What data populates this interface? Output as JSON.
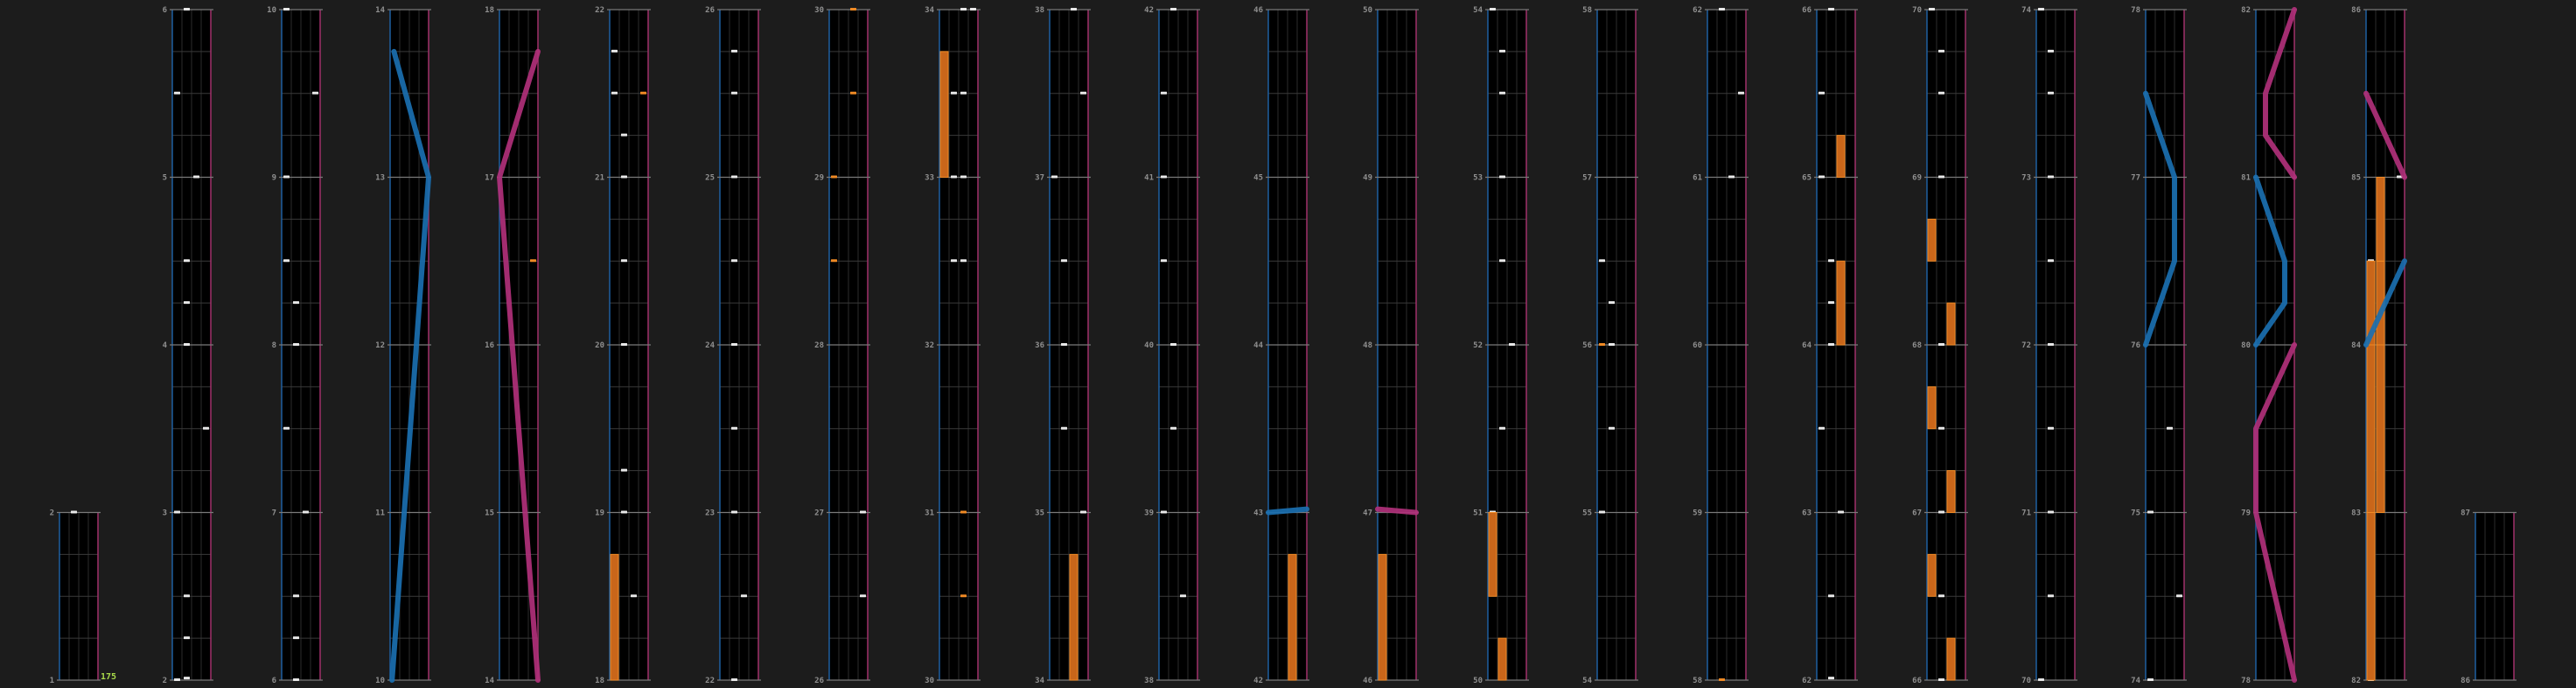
{
  "chart_data": {
    "type": "rhythm-game-chart",
    "bpm_label": "175",
    "colors": {
      "background": "#1c1c1c",
      "lane_bg": "#000000",
      "lane_grid": "#2b2b2b",
      "beat_line": "#3a3a3a",
      "measure_line": "#7a7a7a",
      "left_edge": "#1e5fa0",
      "right_edge": "#a0306a",
      "note": "#e8e8e8",
      "orange_note": "#f08a24",
      "hold": "#c9661a",
      "hold_border": "#f08a24",
      "blue_slide": "#1a6fb0",
      "pink_slide": "#b0307a",
      "bpm_text": "#a8d94a",
      "measure_text": "#8f8f8f"
    },
    "columns": [
      {
        "measures": [
          "1",
          "2"
        ]
      },
      {
        "measures": [
          "2",
          "3",
          "4",
          "5",
          "6"
        ]
      },
      {
        "measures": [
          "6",
          "7",
          "8",
          "9",
          "10"
        ]
      },
      {
        "measures": [
          "10",
          "11",
          "12",
          "13",
          "14"
        ]
      },
      {
        "measures": [
          "14",
          "15",
          "16",
          "17",
          "18"
        ]
      },
      {
        "measures": [
          "18",
          "19",
          "20",
          "21",
          "22"
        ]
      },
      {
        "measures": [
          "22",
          "23",
          "24",
          "25",
          "26"
        ]
      },
      {
        "measures": [
          "26",
          "27",
          "28",
          "29",
          "30"
        ]
      },
      {
        "measures": [
          "30",
          "31",
          "32",
          "33",
          "34"
        ]
      },
      {
        "measures": [
          "34",
          "35",
          "36",
          "37",
          "38"
        ]
      },
      {
        "measures": [
          "38",
          "39",
          "40",
          "41",
          "42"
        ]
      },
      {
        "measures": [
          "42",
          "43",
          "44",
          "45",
          "46"
        ]
      },
      {
        "measures": [
          "46",
          "47",
          "48",
          "49",
          "50"
        ]
      },
      {
        "measures": [
          "50",
          "51",
          "52",
          "53",
          "54"
        ]
      },
      {
        "measures": [
          "54",
          "55",
          "56",
          "57",
          "58"
        ]
      },
      {
        "measures": [
          "58",
          "59",
          "60",
          "61",
          "62"
        ]
      },
      {
        "measures": [
          "62",
          "63",
          "64",
          "65",
          "66"
        ]
      },
      {
        "measures": [
          "66",
          "67",
          "68",
          "69",
          "70"
        ]
      },
      {
        "measures": [
          "70",
          "71",
          "72",
          "73",
          "74"
        ]
      },
      {
        "measures": [
          "74",
          "75",
          "76",
          "77",
          "78"
        ]
      },
      {
        "measures": [
          "78",
          "79",
          "80",
          "81",
          "82"
        ]
      },
      {
        "measures": [
          "82",
          "83",
          "84",
          "85",
          "86"
        ]
      },
      {
        "measures": [
          "86",
          "87"
        ]
      }
    ]
  }
}
